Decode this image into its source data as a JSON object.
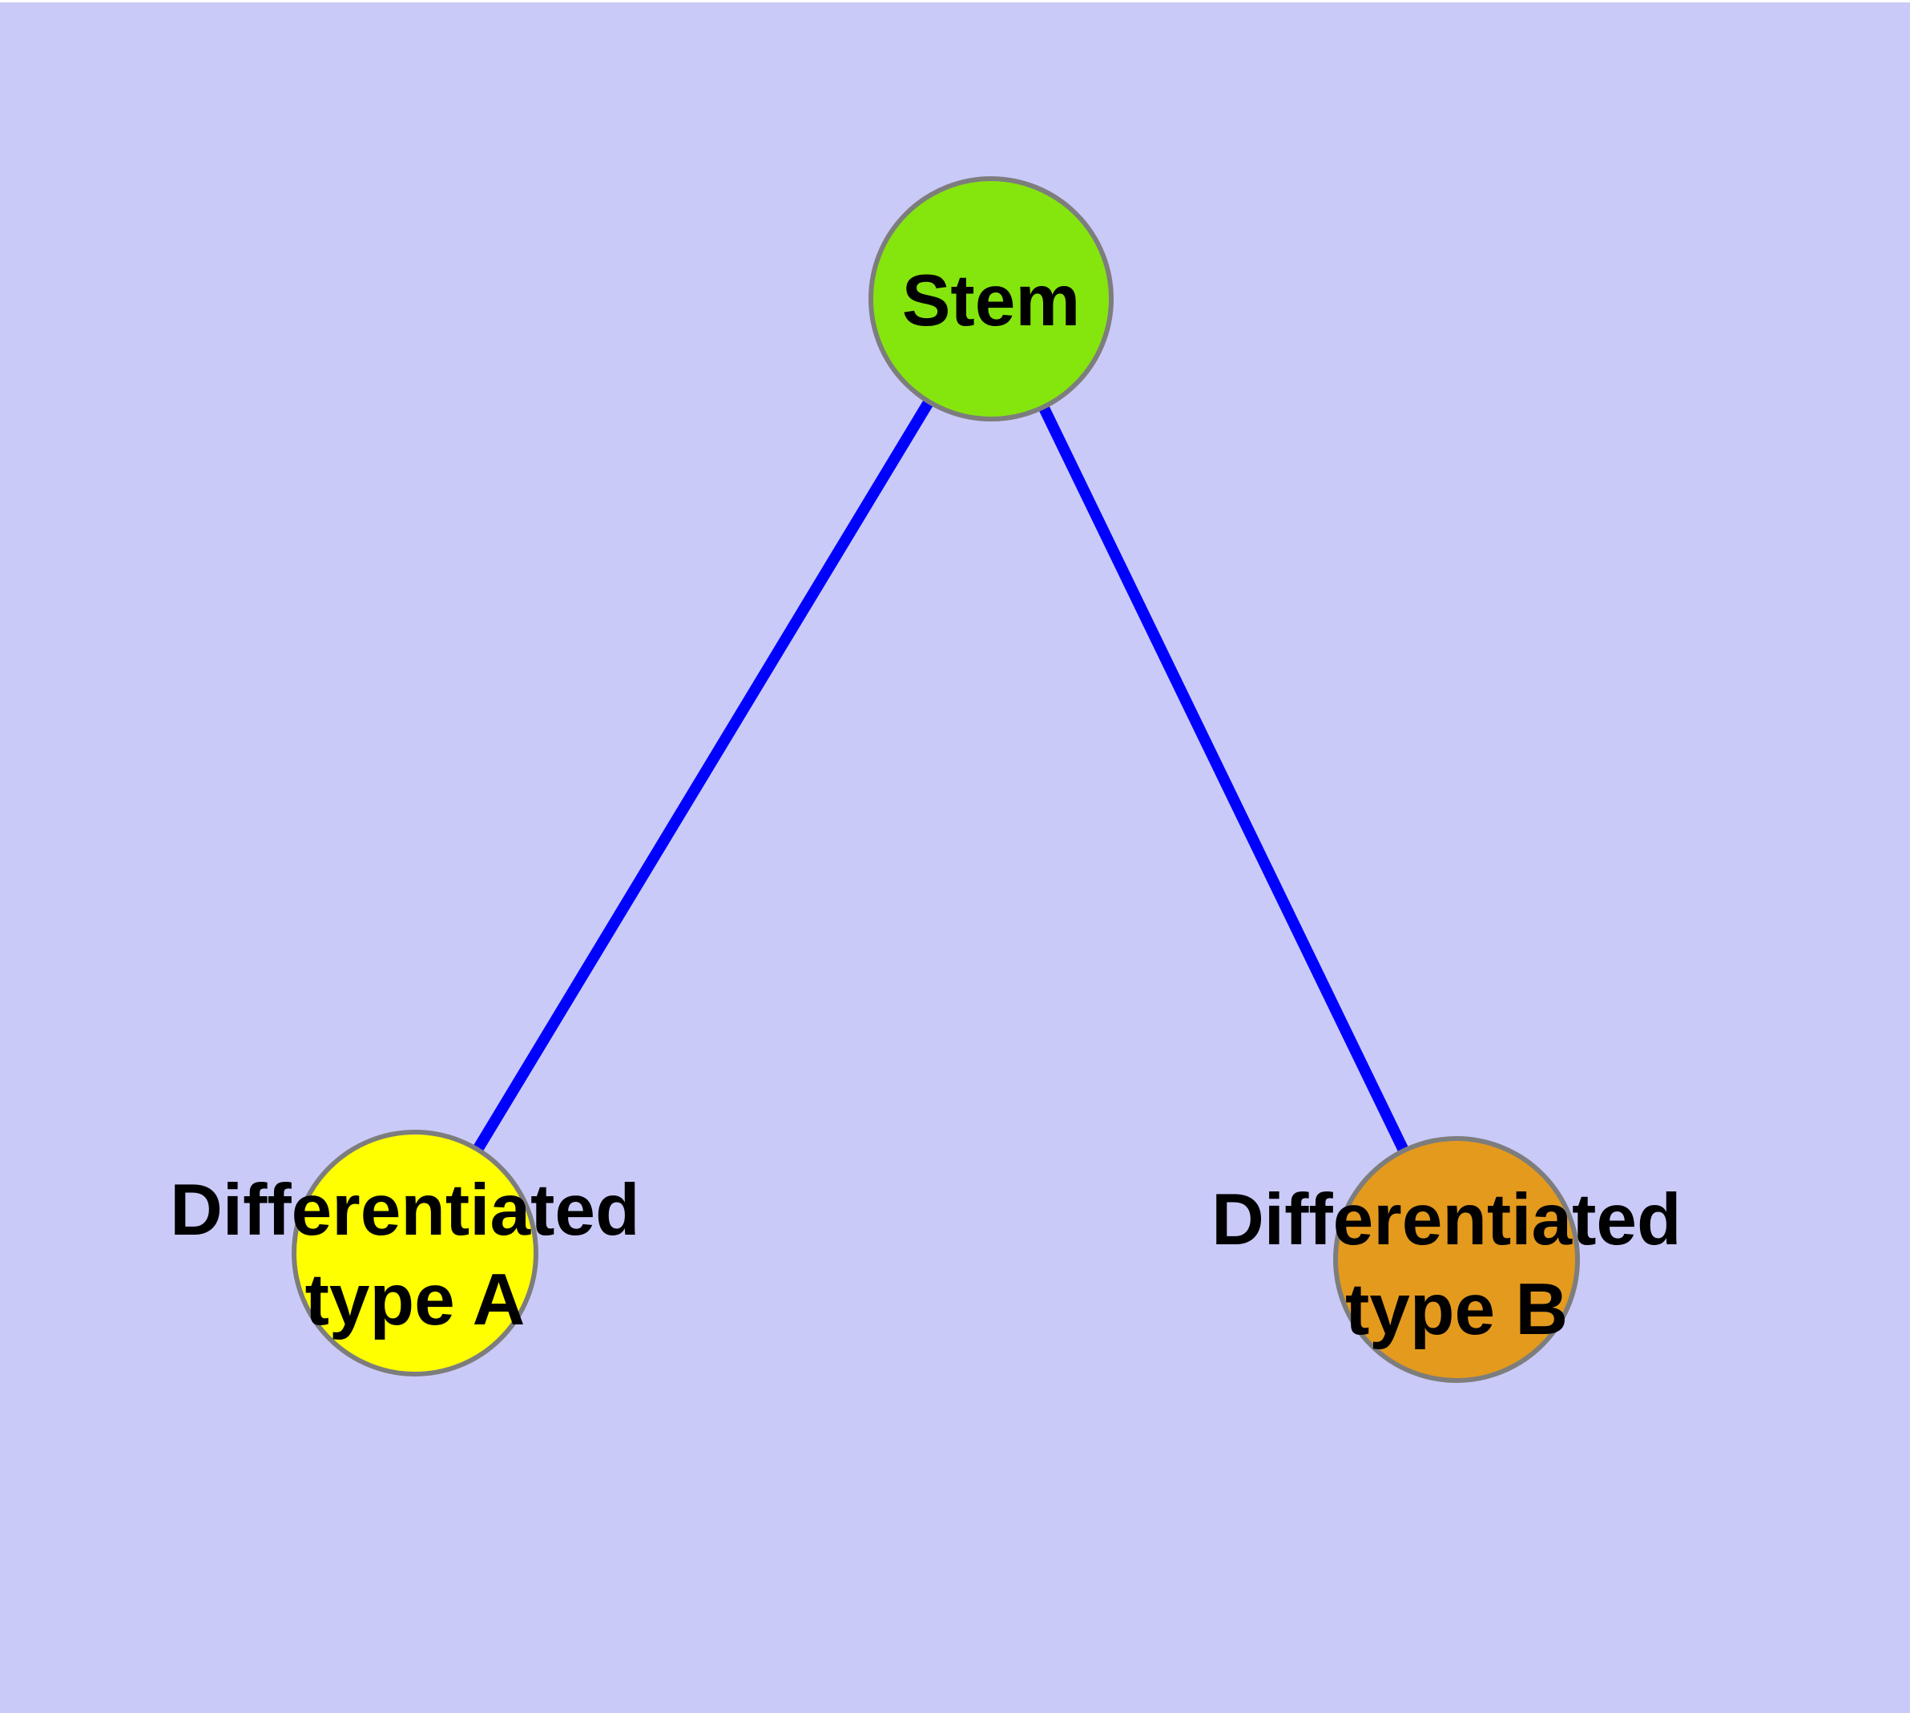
{
  "page": {
    "background_color": "#cacaf8",
    "top_strip_color": "#ffffff",
    "text_color": "#000000"
  },
  "diagram": {
    "nodes": [
      {
        "id": "stem",
        "label": "Stem",
        "fill": "#85e60d",
        "border_color": "#7d7d7d"
      },
      {
        "id": "differentiated-type-a",
        "label_line1": "Differentiated",
        "label_line2": "type A",
        "fill": "#ffff00",
        "border_color": "#7d7d7d"
      },
      {
        "id": "differentiated-type-b",
        "label_line1": "Differentiated",
        "label_line2": "type B",
        "fill": "#e49a1d",
        "border_color": "#7d7d7d"
      }
    ],
    "edges": [
      {
        "from": "stem",
        "to": "differentiated-type-a",
        "color": "#0000ff"
      },
      {
        "from": "stem",
        "to": "differentiated-type-b",
        "color": "#0000ff"
      }
    ]
  }
}
